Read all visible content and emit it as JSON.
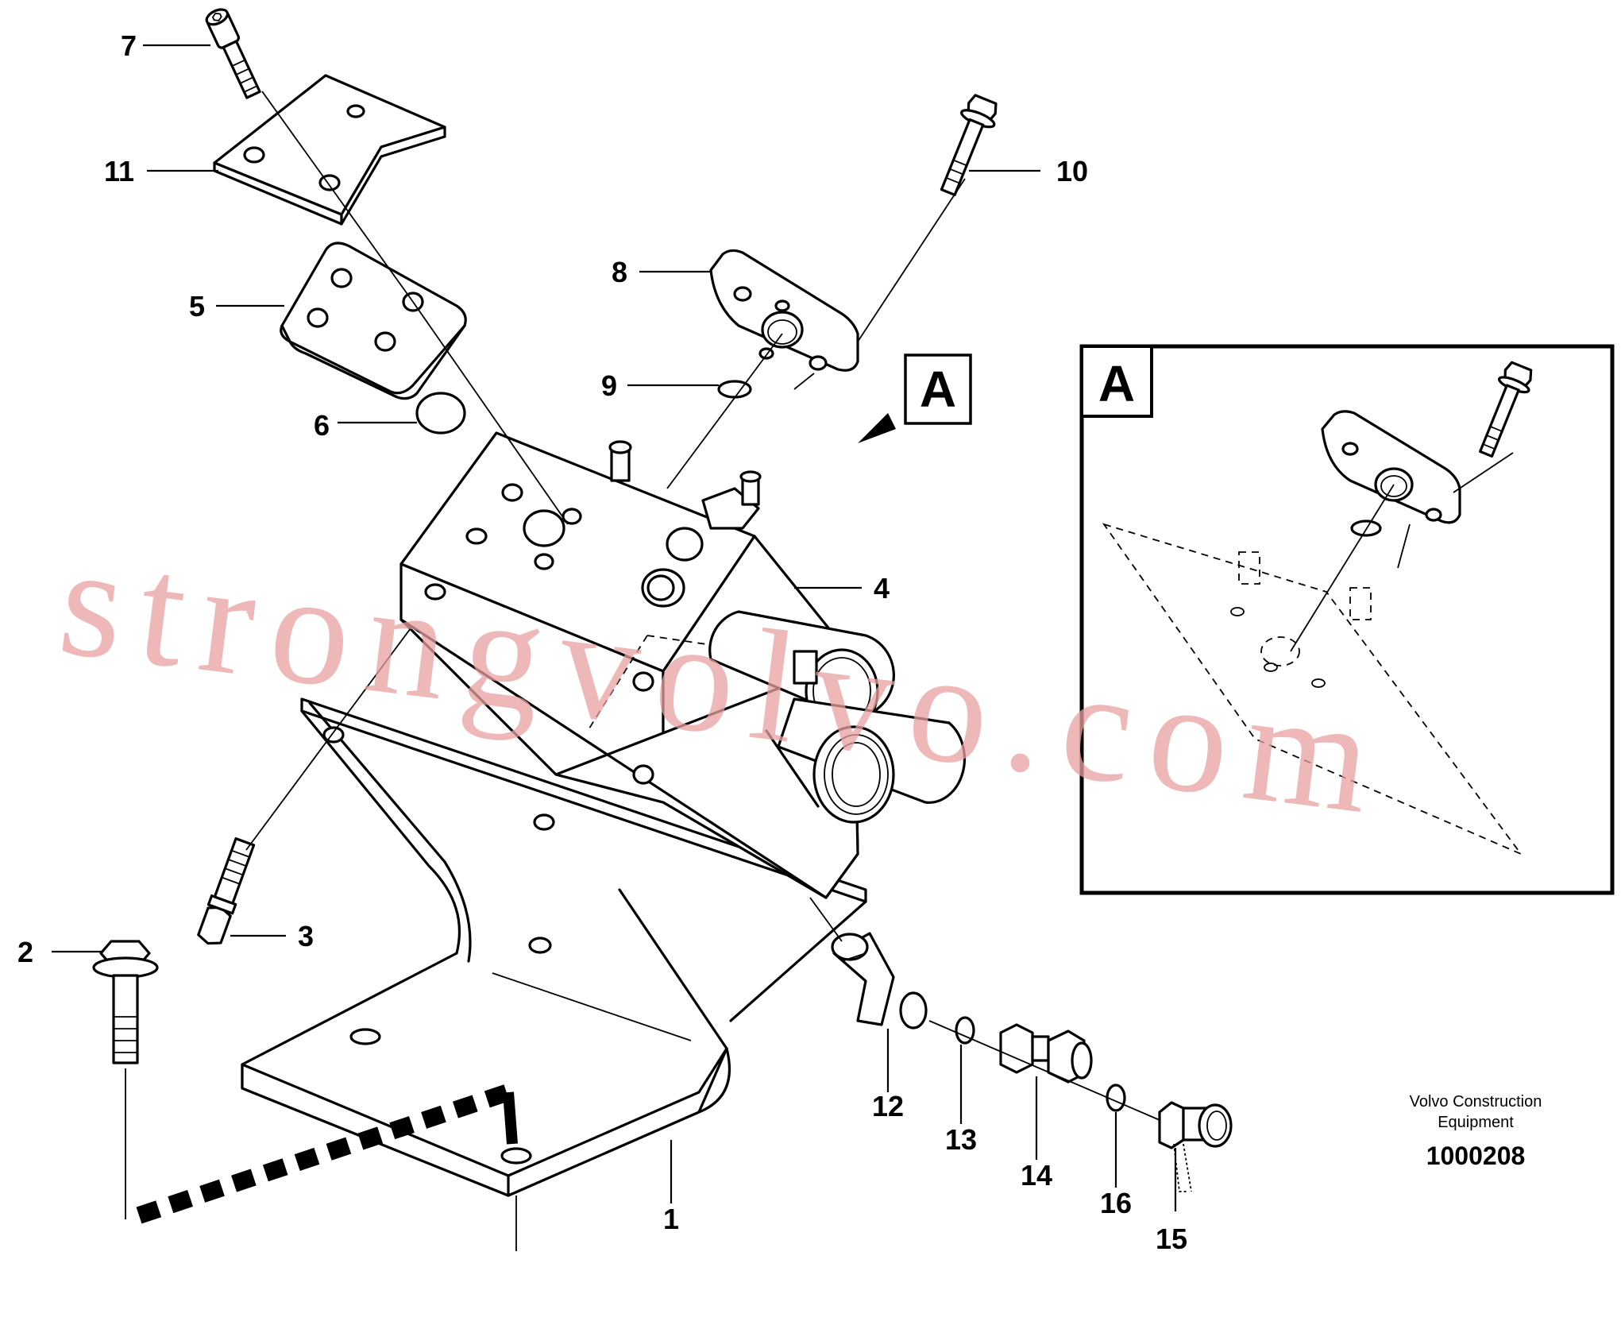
{
  "callouts": [
    {
      "id": "1",
      "label": "1"
    },
    {
      "id": "2",
      "label": "2"
    },
    {
      "id": "3",
      "label": "3"
    },
    {
      "id": "4",
      "label": "4"
    },
    {
      "id": "5",
      "label": "5"
    },
    {
      "id": "6",
      "label": "6"
    },
    {
      "id": "7",
      "label": "7"
    },
    {
      "id": "8",
      "label": "8"
    },
    {
      "id": "9",
      "label": "9"
    },
    {
      "id": "10",
      "label": "10"
    },
    {
      "id": "11",
      "label": "11"
    },
    {
      "id": "12",
      "label": "12"
    },
    {
      "id": "13",
      "label": "13"
    },
    {
      "id": "14",
      "label": "14"
    },
    {
      "id": "15",
      "label": "15"
    },
    {
      "id": "16",
      "label": "16"
    }
  ],
  "detail_marker": "A",
  "detail_view_label": "A",
  "footer": {
    "company_line1": "Volvo Construction",
    "company_line2": "Equipment",
    "drawing_number": "1000208"
  },
  "watermark": "strongvolvo.com",
  "colors": {
    "line": "#000000",
    "watermark": "#e8a0a0",
    "background": "#ffffff"
  }
}
